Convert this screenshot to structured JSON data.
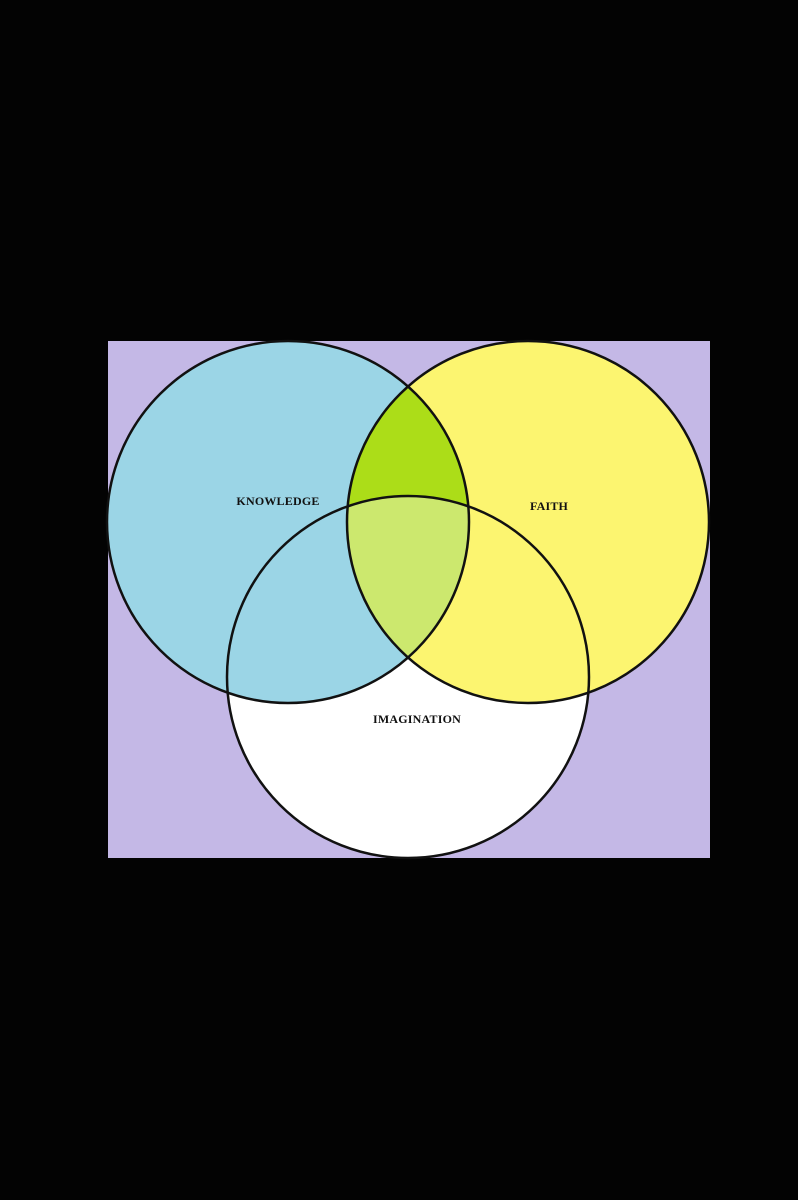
{
  "diagram": {
    "type": "venn",
    "background_color": "#030303",
    "panel_color": "#c4b8e6",
    "outline_color": "#111111",
    "sets": [
      {
        "id": "knowledge",
        "label": "KNOWLEDGE",
        "color": "#9bd5e6"
      },
      {
        "id": "faith",
        "label": "FAITH",
        "color": "#fcf570"
      },
      {
        "id": "imagination",
        "label": "IMAGINATION",
        "color": "#ffffff"
      }
    ],
    "overlaps": {
      "knowledge_faith": "#acdd18",
      "knowledge_faith_imagination": "#cce86e",
      "knowledge_imagination": "#9bd5e6",
      "faith_imagination": "#fcf570"
    }
  }
}
